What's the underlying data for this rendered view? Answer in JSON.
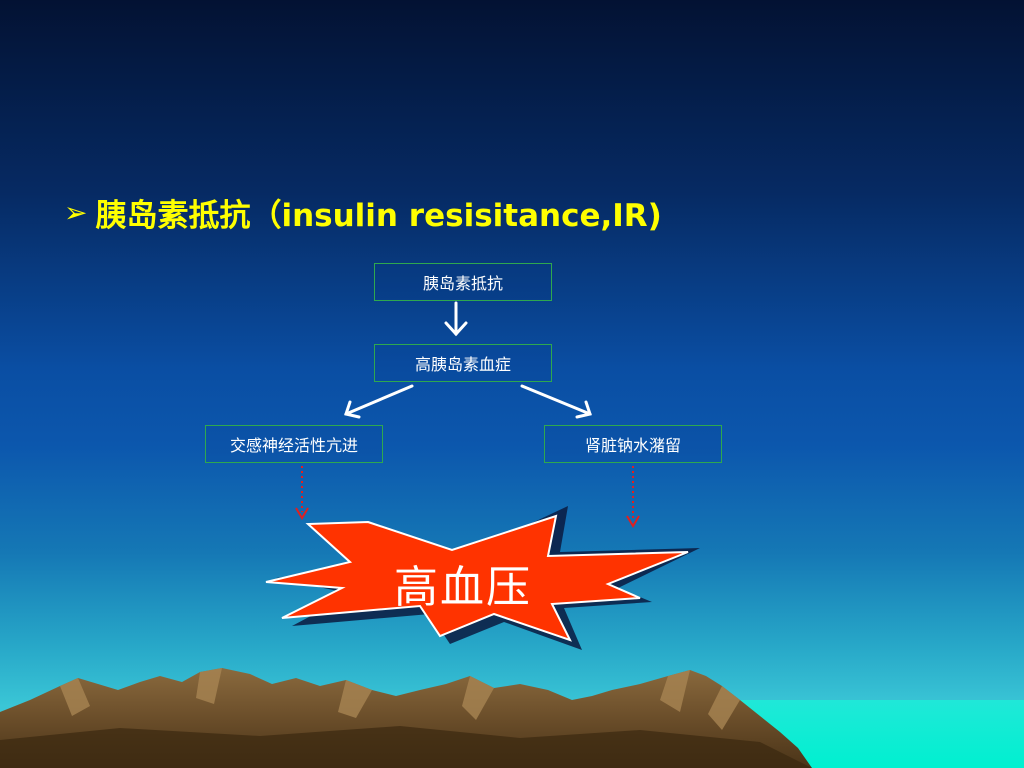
{
  "slide": {
    "heading": {
      "bullet": "➢",
      "text": "胰岛素抵抗（insulin resisitance,IR)"
    },
    "diagram": {
      "node_insulin_resistance": "胰岛素抵抗",
      "node_hyperinsulinemia": "高胰岛素血症",
      "node_sympathetic": "交感神经活性亢进",
      "node_renal_retention": "肾脏钠水潴留",
      "node_hypertension": "高血压"
    },
    "colors": {
      "heading_text": "#ffff00",
      "box_border": "#2ea84f",
      "box_text": "#ffffff",
      "solid_arrow": "#ffffff",
      "dotted_arrow": "#e02020",
      "burst_fill": "#ff3300",
      "burst_shadow": "#0a1a40"
    }
  }
}
